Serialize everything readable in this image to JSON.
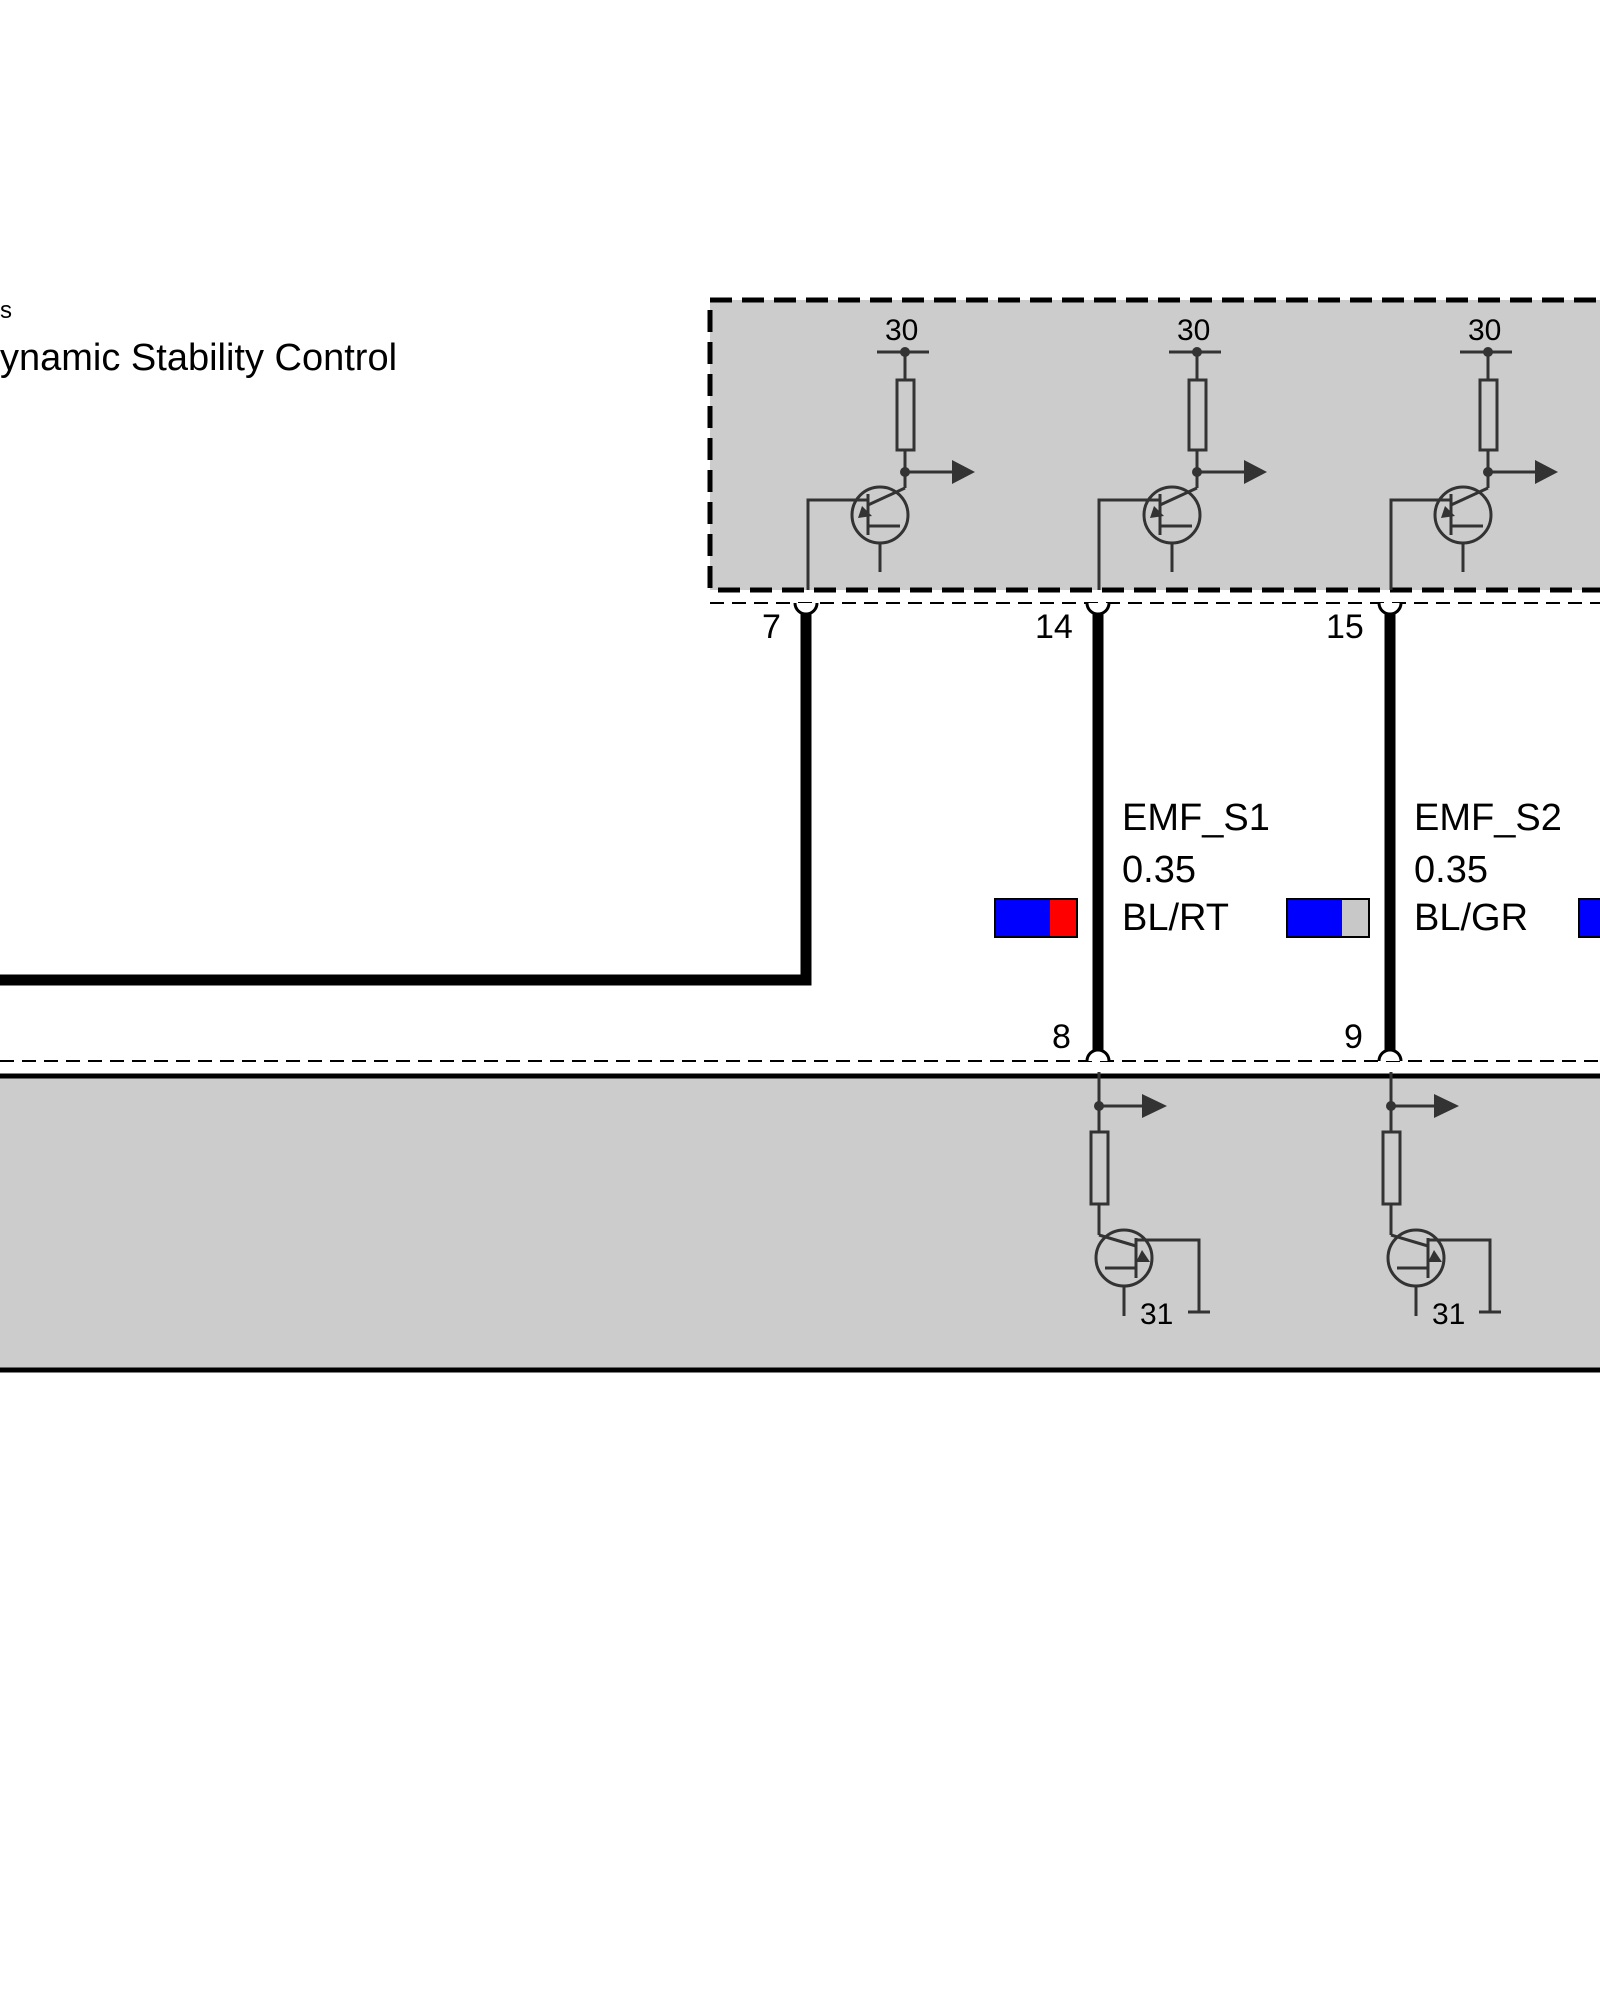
{
  "module_top": {
    "name_fragment": "s",
    "title": "ynamic Stability Control"
  },
  "supply_label": "30",
  "ground_label": "31",
  "top_pins": [
    "7",
    "14",
    "15"
  ],
  "bottom_pins": [
    "8",
    "9"
  ],
  "wires": [
    {
      "signal": "EMF_S1",
      "gauge": "0.35",
      "color_code": "BL/RT",
      "colors": [
        "#0000ff",
        "#ff0000"
      ]
    },
    {
      "signal": "EMF_S2",
      "gauge": "0.35",
      "color_code": "BL/GR",
      "colors": [
        "#0000ff",
        "#c8c8c8"
      ]
    }
  ],
  "partial_swatch_color": "#0000ff",
  "colors": {
    "module_fill": "#cccccc",
    "line": "#000000",
    "component": "#333333"
  }
}
